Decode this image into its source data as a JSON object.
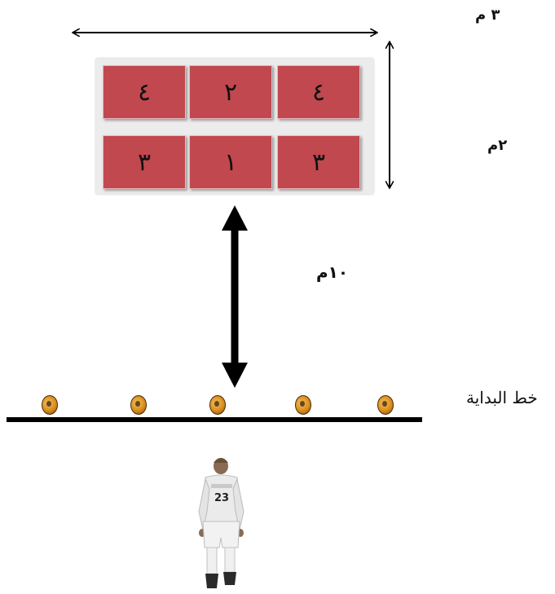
{
  "dimensions": {
    "width_label": "٣ م",
    "height_label": "٢م",
    "distance_label": "١٠م"
  },
  "grid": {
    "top_row": [
      "٤",
      "٢",
      "٤"
    ],
    "bottom_row": [
      "٣",
      "١",
      "٣"
    ]
  },
  "start_line": {
    "label": "خط البداية",
    "ball_count": 5
  },
  "player": {
    "jersey_number": "23"
  },
  "colors": {
    "cell_fill": "#c1484f",
    "arrow": "#000000",
    "ball": "#d98b1d"
  }
}
